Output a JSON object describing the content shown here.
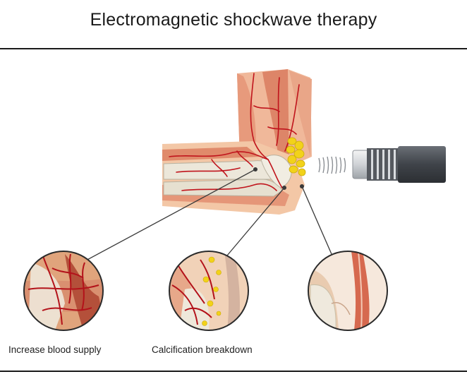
{
  "title": "Electromagnetic shockwave therapy",
  "captions": [
    "Increase blood supply",
    "Calcification breakdown"
  ],
  "colors": {
    "skin": "#f3c7a6",
    "muscle": "#e28a6c",
    "artery": "#c0141c",
    "bone": "#ece7da",
    "calcification": "#f2d21a",
    "device": "#4b4f55"
  },
  "icons": [
    "elbow-anatomy",
    "shockwave-device",
    "wave-rings"
  ]
}
